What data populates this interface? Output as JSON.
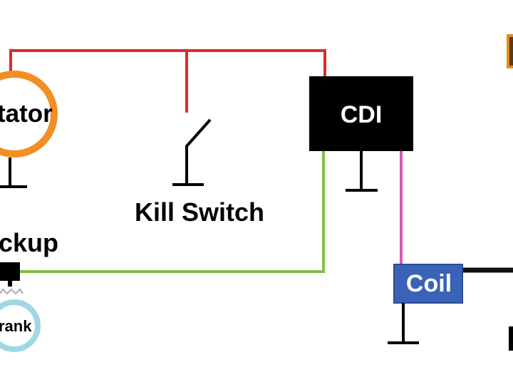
{
  "labels": {
    "stator": "tator",
    "kill_switch": "Kill Switch",
    "cdi": "CDI",
    "pickup": "ckup",
    "crank": "rank",
    "coil": "Coil"
  },
  "colors": {
    "red_wire": "#dd2b27",
    "green_wire": "#7ec243",
    "pink_wire": "#d45bb4",
    "black_wire": "#111111",
    "stator_ring": "#f18f24",
    "crank_ring": "#9fd8e3",
    "cdi_box": "#000000",
    "coil_box": "#3a63b8",
    "corner_accent": "#e38a1a"
  }
}
